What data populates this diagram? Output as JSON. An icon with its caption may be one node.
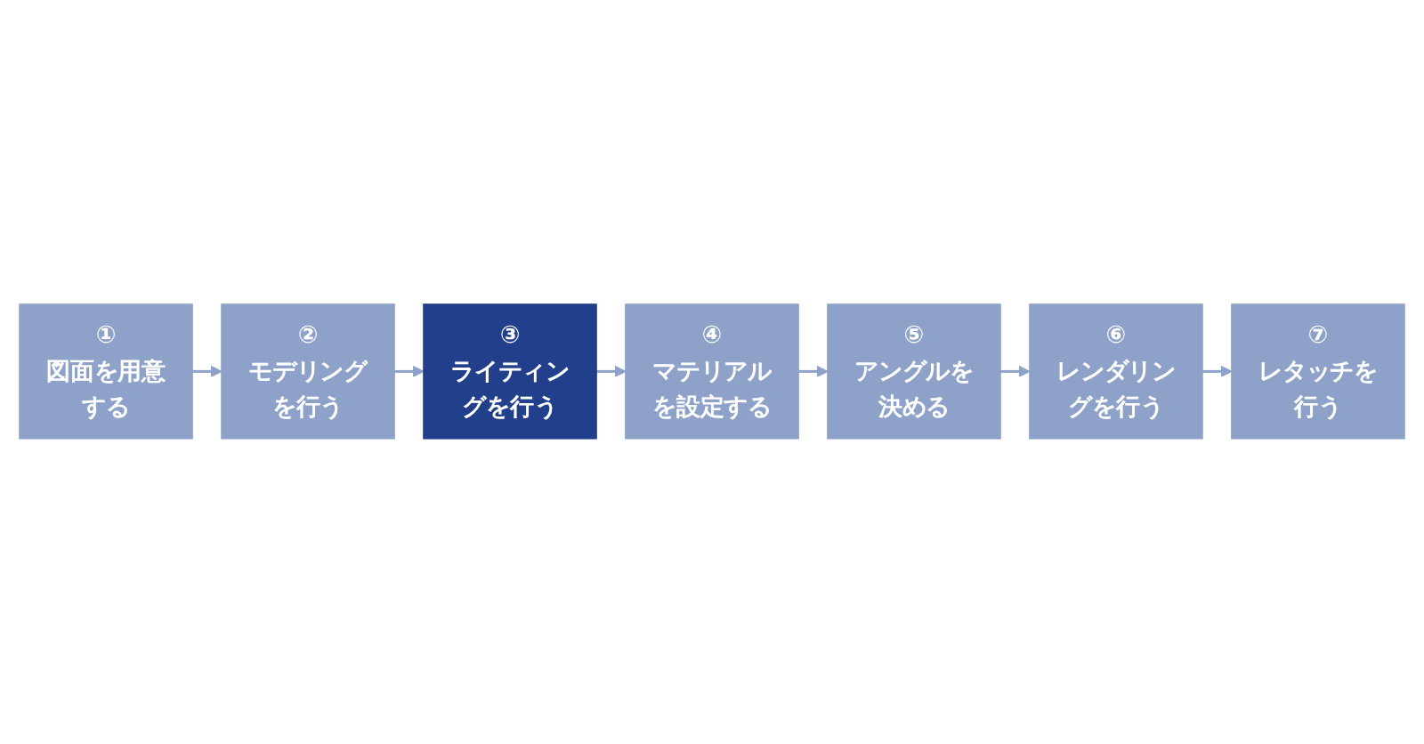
{
  "diagram": {
    "nodes": [
      {
        "text": [
          "①",
          "図面を用意する"
        ]
      },
      {
        "text": [
          "②",
          "モデリングを行う"
        ]
      },
      {
        "text": [
          "③",
          "ライティングを行う"
        ]
      },
      {
        "text": [
          "④",
          "マテリアルを設定する"
        ]
      },
      {
        "text": [
          "⑤",
          "アングルを決める"
        ]
      },
      {
        "text": [
          "⑥",
          "レンダリングを行う"
        ]
      },
      {
        "text": [
          "⑦",
          "レタッチを行う"
        ]
      }
    ],
    "edges": [
      {
        "from": 0,
        "to": 1,
        "arrow": "to"
      },
      {
        "from": 1,
        "to": 2,
        "arrow": "to"
      },
      {
        "from": 2,
        "to": 3,
        "arrow": "to"
      },
      {
        "from": 3,
        "to": 4,
        "arrow": "to"
      },
      {
        "from": 4,
        "to": 5,
        "arrow": "to"
      },
      {
        "from": 5,
        "to": 6,
        "arrow": "to"
      }
    ]
  }
}
